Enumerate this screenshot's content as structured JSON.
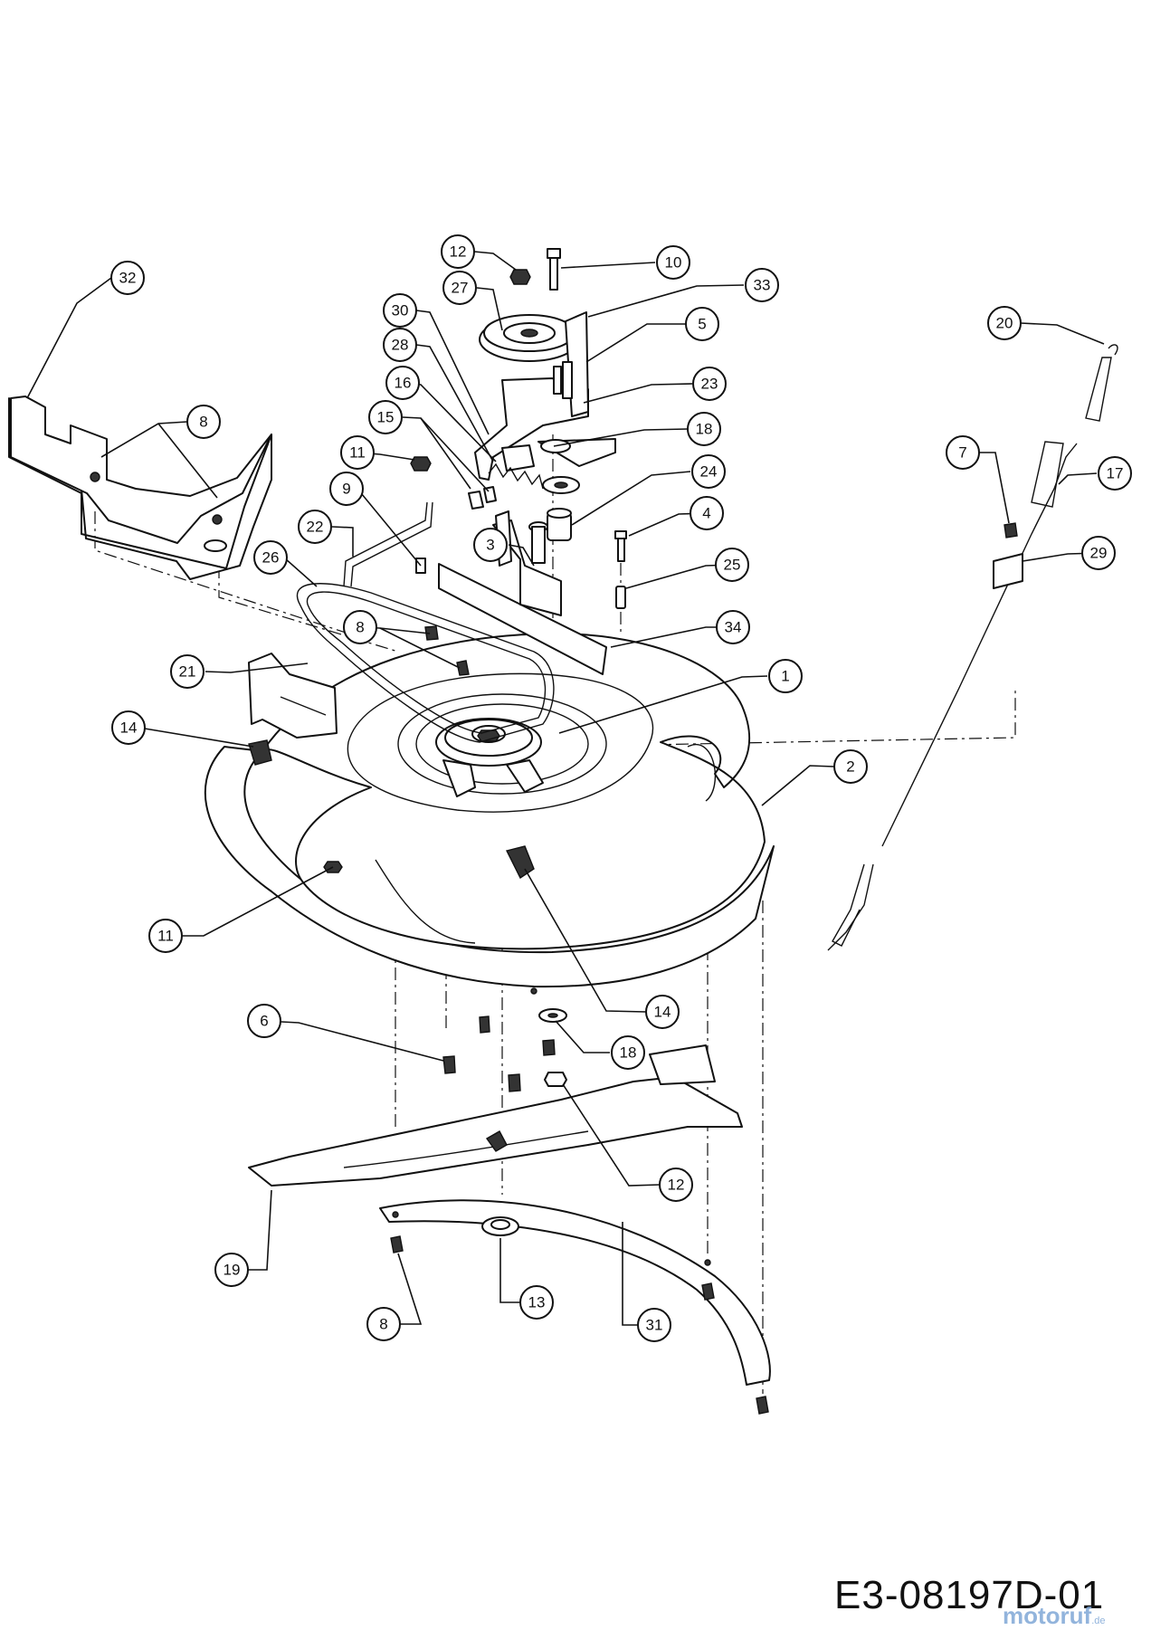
{
  "drawing_number": "E3-08197D-01",
  "watermark": {
    "brand": "motoruf",
    "suffix": ".de"
  },
  "callouts": [
    {
      "id": "c32",
      "label": "32"
    },
    {
      "id": "c8a",
      "label": "8"
    },
    {
      "id": "c12a",
      "label": "12"
    },
    {
      "id": "c10",
      "label": "10"
    },
    {
      "id": "c27",
      "label": "27"
    },
    {
      "id": "c33",
      "label": "33"
    },
    {
      "id": "c30",
      "label": "30"
    },
    {
      "id": "c5",
      "label": "5"
    },
    {
      "id": "c28",
      "label": "28"
    },
    {
      "id": "c23",
      "label": "23"
    },
    {
      "id": "c16",
      "label": "16"
    },
    {
      "id": "c18a",
      "label": "18"
    },
    {
      "id": "c15",
      "label": "15"
    },
    {
      "id": "c11a",
      "label": "11"
    },
    {
      "id": "c24",
      "label": "24"
    },
    {
      "id": "c9",
      "label": "9"
    },
    {
      "id": "c4",
      "label": "4"
    },
    {
      "id": "c22",
      "label": "22"
    },
    {
      "id": "c3",
      "label": "3"
    },
    {
      "id": "c26",
      "label": "26"
    },
    {
      "id": "c25",
      "label": "25"
    },
    {
      "id": "c8b",
      "label": "8"
    },
    {
      "id": "c34",
      "label": "34"
    },
    {
      "id": "c21",
      "label": "21"
    },
    {
      "id": "c1",
      "label": "1"
    },
    {
      "id": "c14a",
      "label": "14"
    },
    {
      "id": "c2",
      "label": "2"
    },
    {
      "id": "c11b",
      "label": "11"
    },
    {
      "id": "c20",
      "label": "20"
    },
    {
      "id": "c7",
      "label": "7"
    },
    {
      "id": "c17",
      "label": "17"
    },
    {
      "id": "c29",
      "label": "29"
    },
    {
      "id": "c6",
      "label": "6"
    },
    {
      "id": "c14b",
      "label": "14"
    },
    {
      "id": "c18b",
      "label": "18"
    },
    {
      "id": "c12b",
      "label": "12"
    },
    {
      "id": "c19",
      "label": "19"
    },
    {
      "id": "c13",
      "label": "13"
    },
    {
      "id": "c31",
      "label": "31"
    },
    {
      "id": "c8c",
      "label": "8"
    }
  ]
}
